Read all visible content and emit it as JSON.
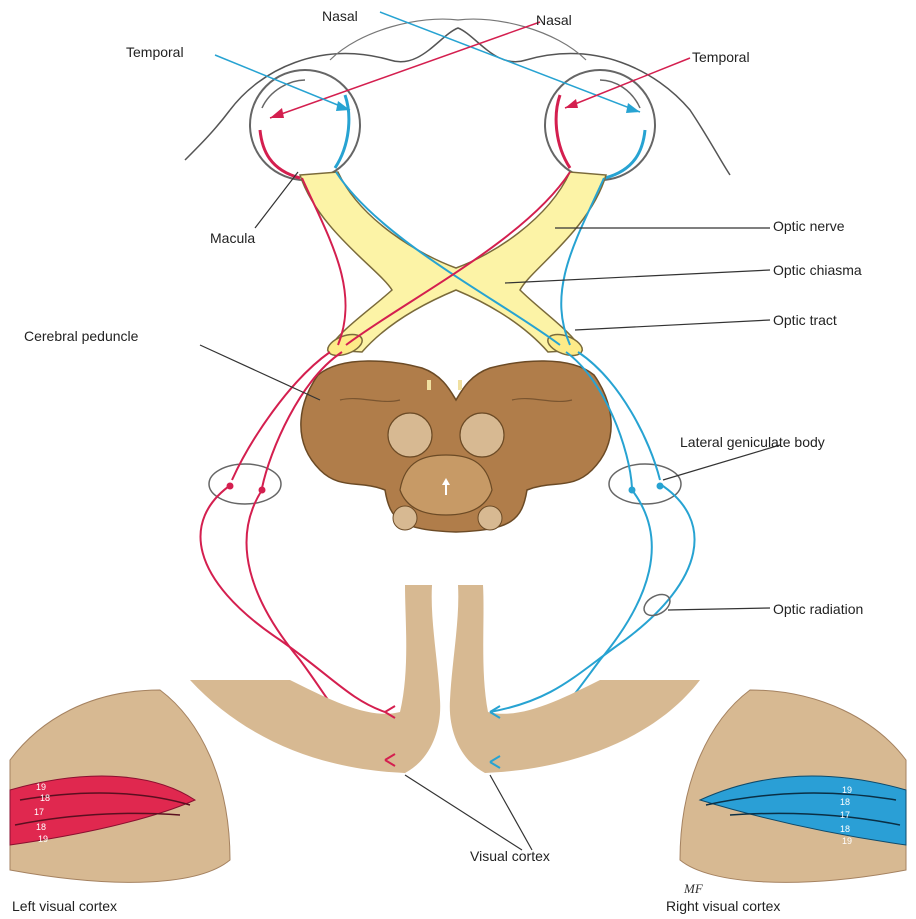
{
  "labels": {
    "nasal_left": "Nasal",
    "nasal_right": "Nasal",
    "temporal_left": "Temporal",
    "temporal_right": "Temporal",
    "macula": "Macula",
    "optic_nerve": "Optic nerve",
    "optic_chiasma": "Optic chiasma",
    "optic_tract": "Optic tract",
    "cerebral_peduncle": "Cerebral peduncle",
    "lateral_geniculate_body": "Lateral geniculate body",
    "optic_radiation": "Optic radiation",
    "visual_cortex": "Visual cortex",
    "left_visual_cortex": "Left visual cortex",
    "right_visual_cortex": "Right visual cortex",
    "signature": "MF"
  },
  "area_numbers": {
    "left": [
      "19",
      "18",
      "17",
      "18",
      "19"
    ],
    "right": [
      "19",
      "18",
      "17",
      "18",
      "19"
    ]
  },
  "colors": {
    "left_pathway": "#d41f4f",
    "right_pathway": "#27a3d2",
    "nerve_fill": "#fcf3a6",
    "brain_tissue": "#b07d4a",
    "cortex_tissue": "#d7b992",
    "left_cortex_band": "#e0284f",
    "right_cortex_band": "#2a9fd6"
  }
}
